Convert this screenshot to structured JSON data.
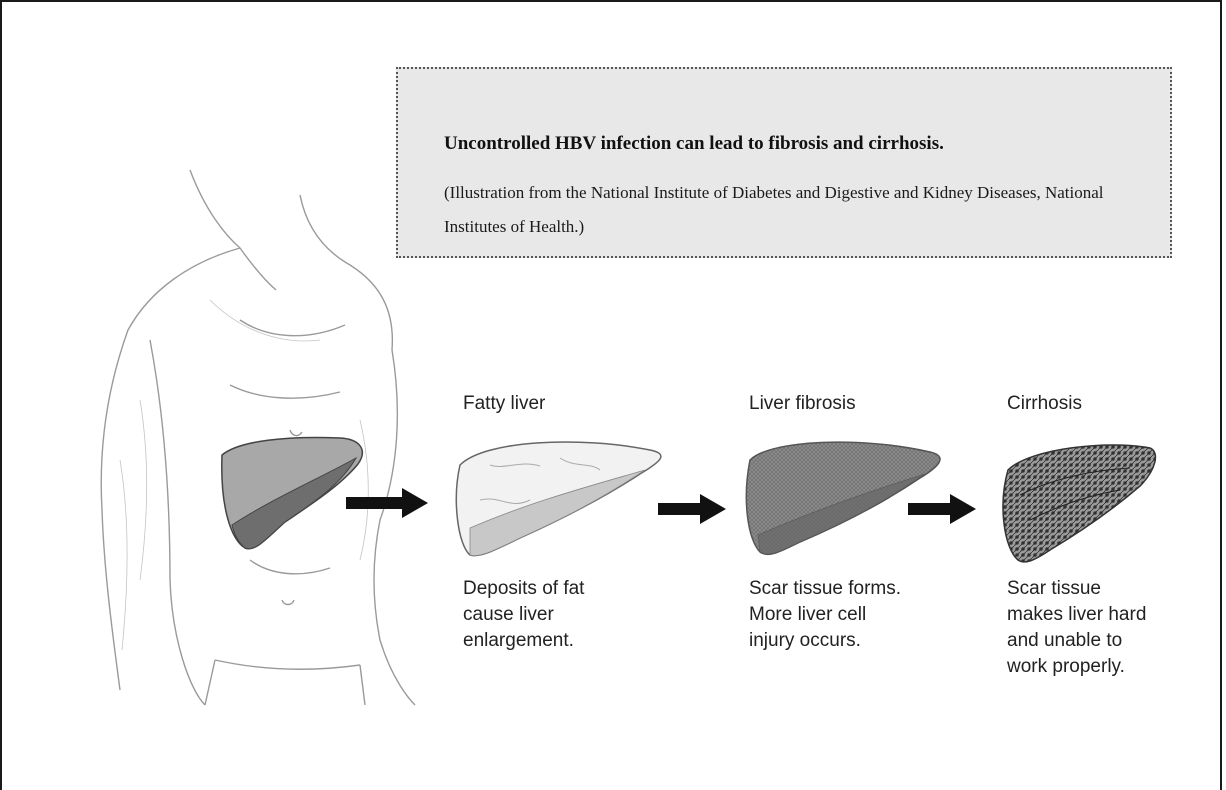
{
  "caption": {
    "title": "Uncontrolled HBV infection can lead to fibrosis and cirrhosis.",
    "body": "(Illustration from the National Institute of Diabetes and Digestive and Kidney Diseases, National Institutes of Health.)"
  },
  "stages": [
    {
      "title": "Fatty liver",
      "description": "Deposits of fat\ncause liver\nenlargement."
    },
    {
      "title": "Liver fibrosis",
      "description": "Scar tissue forms.\nMore liver cell\ninjury occurs."
    },
    {
      "title": "Cirrhosis",
      "description": "Scar tissue\nmakes liver hard\nand unable to\nwork properly."
    }
  ],
  "colors": {
    "caption_bg": "#e8e8e8",
    "liver_dark": "#6e6e6e",
    "liver_light": "#a8a8a8",
    "arrow": "#111111"
  }
}
